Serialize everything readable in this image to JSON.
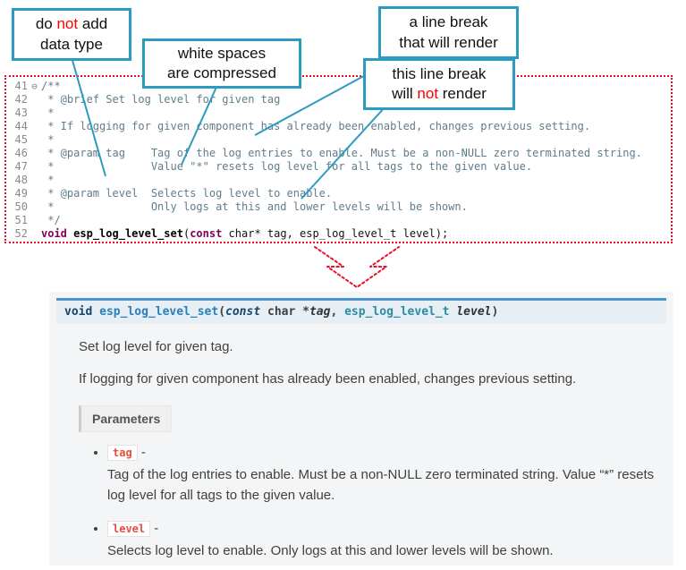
{
  "colors": {
    "callout_border": "#2b9bbf",
    "accent_red": "#ff0000",
    "dotted_red": "#e8112d",
    "comment_teal": "#5f7d8c",
    "keyword_purple": "#7f0055",
    "signature_top_border": "#4f96c8",
    "literal_red": "#e74c3c"
  },
  "callouts": {
    "do_not_add": {
      "l1a": "do ",
      "l1b": "not",
      "l1c": " add",
      "l2": "data type"
    },
    "whitespace": {
      "l1": "white spaces",
      "l2": "are  compressed"
    },
    "break_render": {
      "l1": "a line break",
      "l2": "that will render"
    },
    "break_no_render": {
      "l1": "this line break",
      "l2a": "will ",
      "l2b": "not",
      "l2c": " render"
    }
  },
  "code": {
    "lines": [
      {
        "num": "41",
        "fold": "⊖",
        "segments": [
          {
            "t": "/**",
            "c": "comment"
          }
        ]
      },
      {
        "num": "42",
        "segments": [
          {
            "t": " * @brief Set log level for given tag",
            "c": "comment"
          }
        ]
      },
      {
        "num": "43",
        "segments": [
          {
            "t": " *",
            "c": "comment"
          }
        ]
      },
      {
        "num": "44",
        "segments": [
          {
            "t": " * If logging for given component has already been enabled, changes previous setting.",
            "c": "comment"
          }
        ]
      },
      {
        "num": "45",
        "segments": [
          {
            "t": " *",
            "c": "comment"
          }
        ]
      },
      {
        "num": "46",
        "segments": [
          {
            "t": " * @param tag    Tag of the log entries to enable. Must be a non-NULL zero terminated string.",
            "c": "comment"
          }
        ]
      },
      {
        "num": "47",
        "segments": [
          {
            "t": " *               Value \"*\" resets log level for all tags to the given value.",
            "c": "comment"
          }
        ]
      },
      {
        "num": "48",
        "segments": [
          {
            "t": " *",
            "c": "comment"
          }
        ]
      },
      {
        "num": "49",
        "segments": [
          {
            "t": " * @param level  Selects log level to enable.",
            "c": "comment"
          }
        ]
      },
      {
        "num": "50",
        "segments": [
          {
            "t": " *               Only logs at this and lower levels will be shown.",
            "c": "comment"
          }
        ]
      },
      {
        "num": "51",
        "segments": [
          {
            "t": " */",
            "c": "comment"
          }
        ]
      },
      {
        "num": "52",
        "segments": [
          {
            "t": "void",
            "c": "keyword"
          },
          {
            "t": " ",
            "c": "plain"
          },
          {
            "t": "esp_log_level_set",
            "c": "funcname"
          },
          {
            "t": "(",
            "c": "plain"
          },
          {
            "t": "const",
            "c": "keyword"
          },
          {
            "t": " char* tag, esp_log_level_t level);",
            "c": "plain"
          }
        ]
      }
    ]
  },
  "docs": {
    "signature": [
      {
        "t": "void",
        "c": "sig-kw"
      },
      {
        "t": " ",
        "c": "sig-plain"
      },
      {
        "t": "esp_log_level_set",
        "c": "sig-name"
      },
      {
        "t": "(",
        "c": "sig-plain"
      },
      {
        "t": "const",
        "c": "sig-kw-i"
      },
      {
        "t": "  ",
        "c": "sig-plain"
      },
      {
        "t": "char",
        "c": "sig-plain"
      },
      {
        "t": " *",
        "c": "sig-plain"
      },
      {
        "t": "tag",
        "c": "sig-param"
      },
      {
        "t": ", ",
        "c": "sig-plain"
      },
      {
        "t": "esp_log_level_t",
        "c": "sig-type"
      },
      {
        "t": " ",
        "c": "sig-plain"
      },
      {
        "t": "level",
        "c": "sig-param"
      },
      {
        "t": ")",
        "c": "sig-plain"
      }
    ],
    "para1": "Set log level for given tag.",
    "para2": "If logging for given component has already been enabled, changes previous setting.",
    "parameters_label": "Parameters",
    "params": [
      {
        "name": "tag",
        "dash": "-",
        "desc": "Tag of the log entries to enable. Must be a non-NULL zero terminated string. Value “*” resets log level for all tags to the given value."
      },
      {
        "name": "level",
        "dash": "-",
        "desc": "Selects log level to enable. Only logs at this and lower levels will be shown."
      }
    ]
  }
}
